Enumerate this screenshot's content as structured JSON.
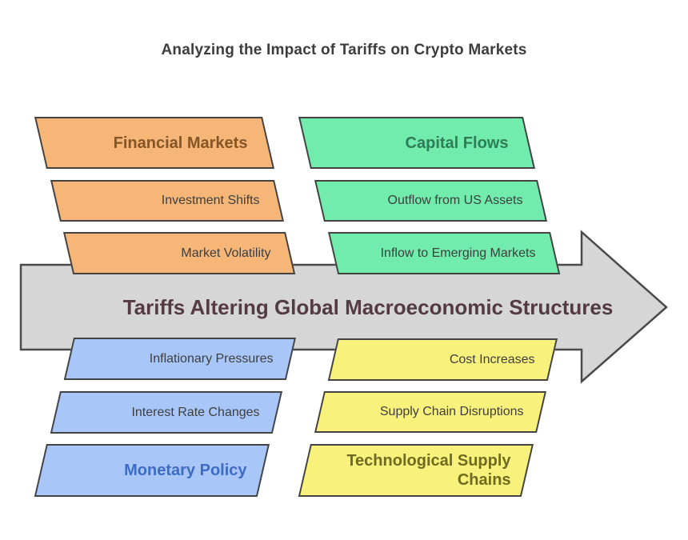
{
  "title": "Analyzing the Impact of Tariffs on Crypto Markets",
  "arrow": {
    "label": "Tariffs Altering Global Macroeconomic Structures",
    "fill": "#d6d6d6",
    "border": "#4a4a4a",
    "text_color": "#543a43"
  },
  "groups": [
    {
      "id": "financial-markets",
      "position": "top-left",
      "fill": "#f6b678",
      "header_color": "#845627",
      "header": "Financial Markets",
      "items": [
        "Investment Shifts",
        "Market Volatility"
      ]
    },
    {
      "id": "capital-flows",
      "position": "top-right",
      "fill": "#71ecac",
      "header_color": "#2e7d57",
      "header": "Capital Flows",
      "items": [
        "Outflow from US Assets",
        "Inflow to Emerging Markets"
      ]
    },
    {
      "id": "monetary-policy",
      "position": "bottom-left",
      "fill": "#a8c6f8",
      "header_color": "#3d6cc4",
      "header": "Monetary Policy",
      "items": [
        "Inflationary Pressures",
        "Interest Rate Changes"
      ]
    },
    {
      "id": "technological-supply-chains",
      "position": "bottom-right",
      "fill": "#f8f17c",
      "header_color": "#6f6b21",
      "header": "Technological Supply Chains",
      "items": [
        "Cost Increases",
        "Supply Chain Disruptions"
      ]
    }
  ],
  "palette": {
    "border": "#434343",
    "item_text": "#3e3e3e",
    "title_text": "#3d3d3d",
    "background": "#ffffff"
  }
}
